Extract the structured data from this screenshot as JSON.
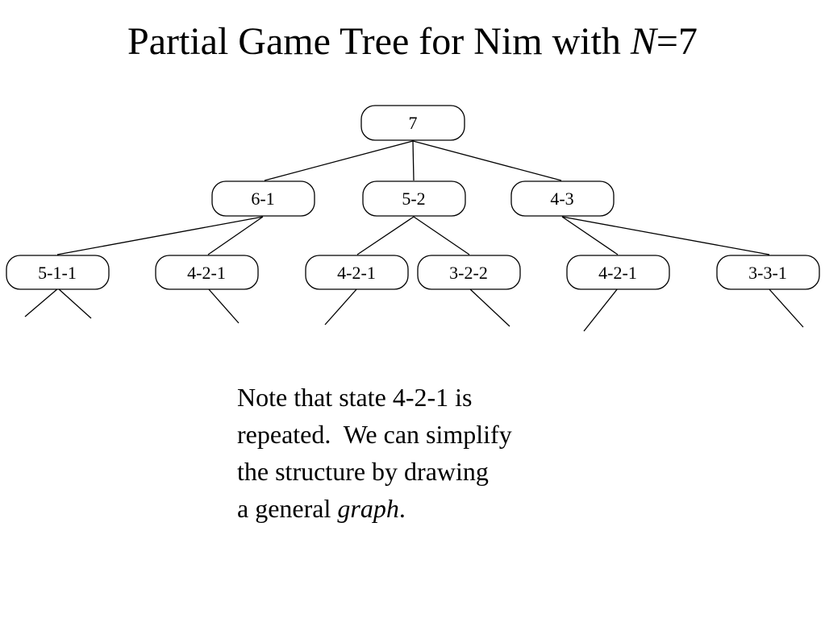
{
  "title": {
    "prefix": "Partial Game Tree for Nim with ",
    "variable": "N",
    "suffix": "=7"
  },
  "tree": {
    "root": "7",
    "level1": [
      "6-1",
      "5-2",
      "4-3"
    ],
    "level2": [
      "5-1-1",
      "4-2-1",
      "4-2-1",
      "3-2-2",
      "4-2-1",
      "3-3-1"
    ]
  },
  "note": {
    "line1": "Note that state 4-2-1 is",
    "line2": "repeated.  We can simplify",
    "line3": "the structure by drawing",
    "line4_prefix": "a general ",
    "line4_emphasis": "graph",
    "line4_suffix": "."
  }
}
